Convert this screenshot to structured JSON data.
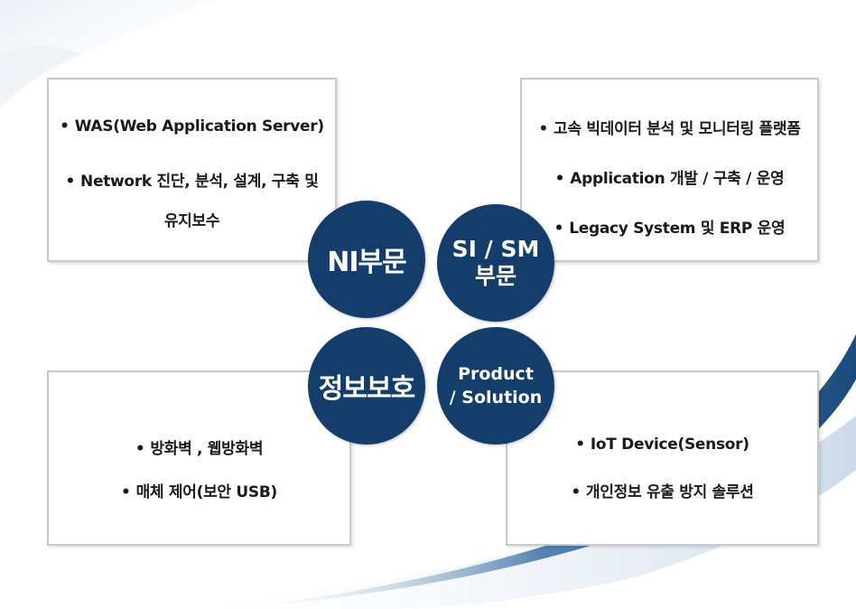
{
  "quadrants": {
    "top_left": {
      "items": [
        "WAS(Web Application Server)",
        "Network 진단, 분석, 설계, 구축 및",
        "유지보수"
      ]
    },
    "top_right": {
      "items": [
        "고속 빅데이터 분석 및 모니터링 플랫폼",
        "Application 개발 / 구축 / 운영",
        "Legacy System 및 ERP 운영"
      ]
    },
    "bottom_left": {
      "items": [
        "방화벽 , 웹방화벽",
        "매체 제어(보안 USB)"
      ]
    },
    "bottom_right": {
      "items": [
        "IoT Device(Sensor)",
        "개인정보 유출 방지 솔루션"
      ]
    }
  },
  "circles": {
    "ni": {
      "line1": "NI부문"
    },
    "si": {
      "line1": "SI / SM",
      "line2": "부문"
    },
    "security": {
      "line1": "정보보호"
    },
    "product": {
      "line1": "Product",
      "line2": "/ Solution"
    }
  },
  "bullet": "•",
  "colors": {
    "circle": "#143d6b",
    "box_border": "#c9c9c9",
    "swoosh": "#2f5f93"
  }
}
